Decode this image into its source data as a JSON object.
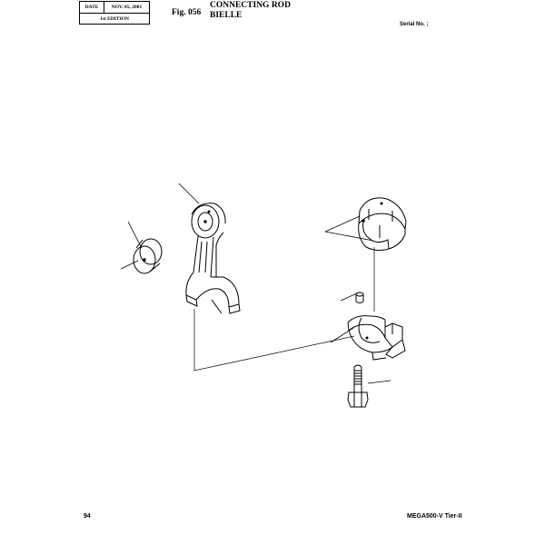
{
  "header": {
    "date_label": "DATE",
    "date_value": "NOV. 05, 2001",
    "edition": "1st EDITION",
    "fig_number": "Fig. 056",
    "title_en": "CONNECTING ROD",
    "title_fr": "BIELLE",
    "serial_label": "Serial No. ;"
  },
  "footer": {
    "page_number": "94",
    "model": "MEGA500-V Tier-II"
  },
  "drawing": {
    "parts": [
      "bushing-icon",
      "connecting-rod-icon",
      "bearing-shells-icon",
      "dowel-pin-icon",
      "rod-cap-icon",
      "bolt-icon"
    ]
  }
}
